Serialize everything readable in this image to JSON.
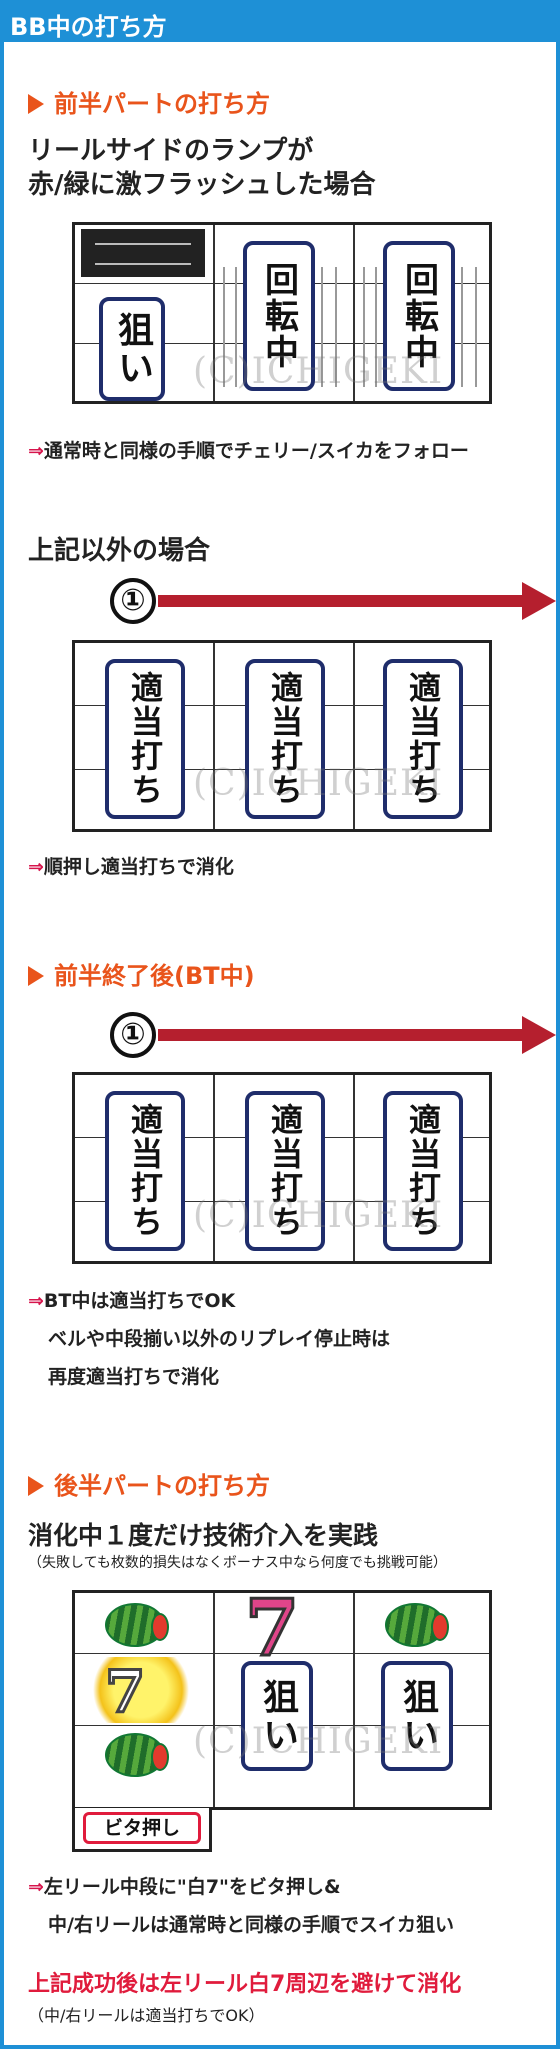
{
  "title": "BB中の打ち方",
  "section1": {
    "heading": "前半パートの打ち方",
    "condition_line1": "リールサイドのランプが",
    "condition_line2": "赤/緑に激フラッシュした場合",
    "reel": {
      "left_tag": "狙い",
      "center_tag": "回転中",
      "right_tag": "回転中",
      "left_symbol_icon": "bar-logo-icon"
    },
    "note": "通常時と同様の手順でチェリー/スイカをフォロー",
    "other_heading": "上記以外の場合",
    "order_number": "①",
    "tags": [
      "適当打ち",
      "適当打ち",
      "適当打ち"
    ],
    "note2": "順押し適当打ちで消化"
  },
  "section2": {
    "heading": "前半終了後(BT中)",
    "order_number": "①",
    "tags": [
      "適当打ち",
      "適当打ち",
      "適当打ち"
    ],
    "note_line1": "BT中は適当打ちでOK",
    "note_line2": "ベルや中段揃い以外のリプレイ停止時は",
    "note_line3": "再度適当打ちで消化"
  },
  "section3": {
    "heading": "後半パートの打ち方",
    "sub_heading": "消化中１度だけ技術介入を実践",
    "sub_note": "（失敗しても枚数的損失はなくボーナス中なら何度でも挑戦可能）",
    "reel": {
      "center_tag": "狙い",
      "right_tag": "狙い",
      "stamp_label": "ビタ押し",
      "icons": [
        "watermelon-icon",
        "white-seven-icon",
        "red-seven-icon"
      ]
    },
    "note_line1": "左リール中段に\"白7\"をビタ押し&",
    "note_line2": "中/右リールは通常時と同様の手順でスイカ狙い",
    "warning": "上記成功後は左リール白7周辺を避けて消化",
    "warning_sub": "（中/右リールは適当打ちでOK）"
  },
  "watermark": "(C)ICHIGEKI",
  "arrow_char": "⇒",
  "colors": {
    "frame": "#1e90d6",
    "section_heading": "#e9541b",
    "arrow_red": "#b51f2e",
    "tag_border": "#1f2d6b",
    "warning_red": "#e01b3c"
  }
}
